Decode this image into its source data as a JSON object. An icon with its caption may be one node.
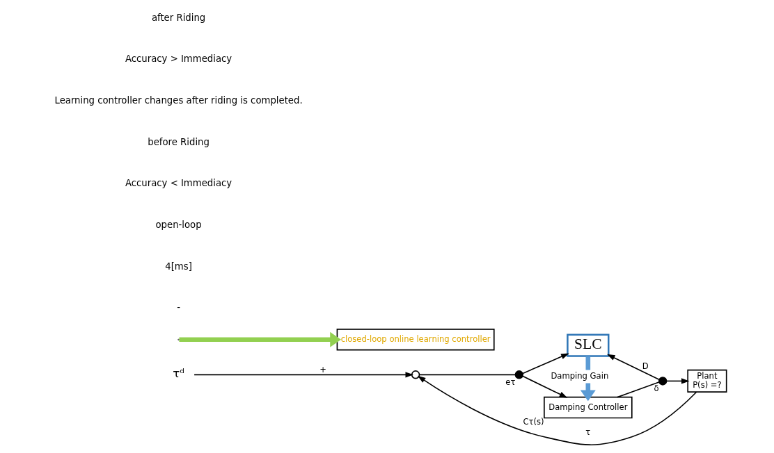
{
  "diagram": {
    "nodes": [
      {
        "text": [
          "SLC"
        ]
      },
      {
        "text": [
          "τᵈ"
        ]
      },
      {
        "text": [],
        "shape": "circle"
      },
      {
        "text": [],
        "shape": "circle",
        "beside": [
          "eτ"
        ]
      },
      {
        "text": [
          "Damping Controller"
        ],
        "beside": [
          "Cτ(s)"
        ]
      },
      {
        "text": [],
        "shape": "circle",
        "beside": [
          "δ"
        ]
      },
      {
        "text": [
          "Plant",
          "P(s) =?"
        ]
      },
      {
        "text": [
          "closed-loop online learning controller"
        ]
      }
    ],
    "edges": [
      {
        "from": 1,
        "to": 2,
        "arrow": "to",
        "label": "+"
      },
      {
        "from": 2,
        "to": 3,
        "arrow": "none"
      },
      {
        "from": 3,
        "to": 4,
        "arrow": "to"
      },
      {
        "from": 4,
        "to": 5,
        "arrow": "none"
      },
      {
        "from": 5,
        "to": 6,
        "arrow": "to"
      },
      {
        "from": 3,
        "to": 0,
        "arrow": "to"
      },
      {
        "from": 5,
        "to": 0,
        "arrow": "to",
        "label": "D"
      },
      {
        "from": 0,
        "to": 4,
        "arrow": "to",
        "label": "Damping Gain",
        "style": "thick",
        "color": "#5b9bd5"
      },
      {
        "from": 6,
        "to": 2,
        "arrow": "to",
        "label": "τ"
      },
      {
        "from": null,
        "to": 7,
        "arrow": "to",
        "style": "thick",
        "color": "#92d050"
      }
    ],
    "labels": [
      "-",
      "4[ms]",
      "open-loop",
      "Accuracy < Immediacy",
      "before Riding",
      "Learning controller changes after riding is completed.",
      "Accuracy > Immediacy",
      "after Riding"
    ]
  }
}
